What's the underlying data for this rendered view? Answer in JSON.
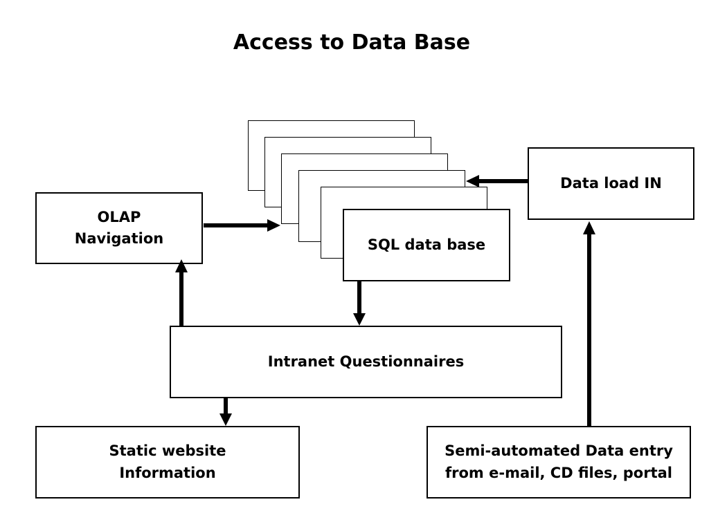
{
  "title": "Access to Data Base",
  "nodes": {
    "olap": {
      "lines": [
        "OLAP",
        "Navigation"
      ]
    },
    "sql_db": {
      "lines": [
        "SQL data base"
      ]
    },
    "data_load": {
      "lines": [
        "Data load IN"
      ]
    },
    "intranet": {
      "lines": [
        "Intranet Questionnaires"
      ]
    },
    "static_web": {
      "lines": [
        "Static website",
        "Information"
      ]
    },
    "semi_auto": {
      "lines": [
        "Semi-automated Data entry",
        "from e-mail, CD files, portal"
      ]
    }
  },
  "edges": [
    {
      "from": "olap",
      "to": "sql_db"
    },
    {
      "from": "data_load",
      "to": "sql_db"
    },
    {
      "from": "sql_db",
      "to": "intranet"
    },
    {
      "from": "intranet",
      "to": "olap"
    },
    {
      "from": "intranet",
      "to": "static_web"
    },
    {
      "from": "semi_auto",
      "to": "data_load"
    }
  ],
  "colors": {
    "line": "#000000",
    "background": "#ffffff"
  }
}
